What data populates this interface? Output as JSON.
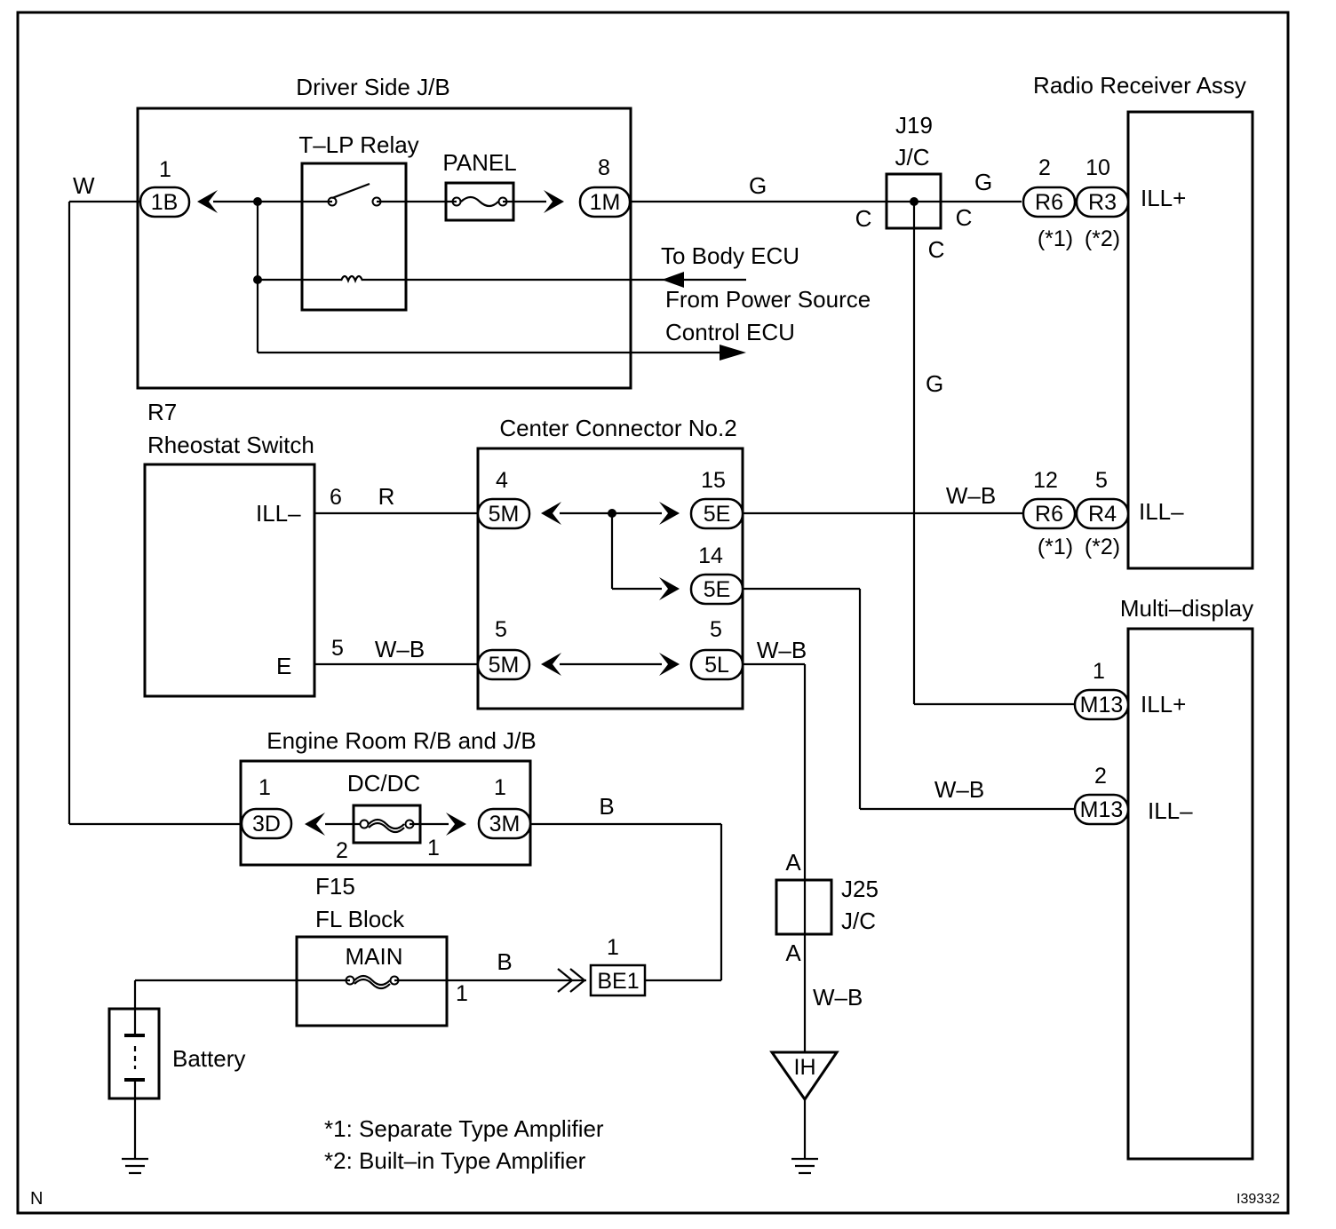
{
  "components": {
    "driver_jb": "Driver Side J/B",
    "tlp_relay": "T–LP Relay",
    "panel_fuse": "PANEL",
    "j19_id": "J19",
    "j19_jc": "J/C",
    "radio": "Radio Receiver Assy",
    "r7_id": "R7",
    "rheostat": "Rheostat Switch",
    "center_conn": "Center Connector No.2",
    "multi_display": "Multi–display",
    "engine_room": "Engine Room R/B and J/B",
    "dcdc": "DC/DC",
    "f15_id": "F15",
    "fl_block": "FL Block",
    "main_fuse": "MAIN",
    "j25_id": "J25",
    "j25_jc": "J/C",
    "battery": "Battery",
    "ground_ih": "IH"
  },
  "signals": {
    "to_body_ecu": "To Body ECU",
    "from_psc_1": "From Power Source",
    "from_psc_2": "Control ECU"
  },
  "terminals": {
    "radio_ill_plus": "ILL+",
    "radio_ill_minus": "ILL–",
    "rheo_ill_minus": "ILL–",
    "rheo_e": "E",
    "md_ill_plus": "ILL+",
    "md_ill_minus": "ILL–"
  },
  "connectors": {
    "c_1b": "1B",
    "c_1m": "1M",
    "c_r6_top": "R6",
    "c_r3": "R3",
    "c_r6_bot": "R6",
    "c_r4": "R4",
    "c_5m_top": "5M",
    "c_5e_top": "5E",
    "c_5e_mid": "5E",
    "c_5m_bot": "5M",
    "c_5l": "5L",
    "c_m13_top": "M13",
    "c_m13_bot": "M13",
    "c_3d": "3D",
    "c_3m": "3M",
    "c_be1": "BE1"
  },
  "pins": {
    "p_1b": "1",
    "p_1m": "8",
    "p_r6_top": "2",
    "p_r3": "10",
    "p_r6_bot": "12",
    "p_r4": "5",
    "p_rheo_ill": "6",
    "p_rheo_e": "5",
    "p_5m_top": "4",
    "p_5e_top": "15",
    "p_5e_mid": "14",
    "p_5m_bot": "5",
    "p_5l": "5",
    "p_m13_top": "1",
    "p_m13_bot": "2",
    "p_3d": "1",
    "p_3m": "1",
    "p_dcdc_left": "2",
    "p_dcdc_right": "1",
    "p_be1": "1",
    "p_main_out": "1"
  },
  "notes": {
    "n1": "(*1)",
    "n2": "(*2)",
    "n3": "(*1)",
    "n4": "(*2)"
  },
  "wire_colors": {
    "w_w": "W",
    "w_g1": "G",
    "w_g2": "G",
    "w_g3": "G",
    "w_r": "R",
    "w_wb1": "W–B",
    "w_wb2": "W–B",
    "w_wb3": "W–B",
    "w_wb4": "W–B",
    "w_wb5": "W–B",
    "w_b1": "B",
    "w_b2": "B"
  },
  "junction_letters": {
    "j19_c_left": "C",
    "j19_c_right": "C",
    "j19_c_bottom": "C",
    "j25_a_top": "A",
    "j25_a_bottom": "A"
  },
  "legend": {
    "l1": "*1: Separate Type Amplifier",
    "l2": "*2: Built–in Type Amplifier"
  },
  "corner": {
    "left": "N",
    "right": "I39332"
  }
}
